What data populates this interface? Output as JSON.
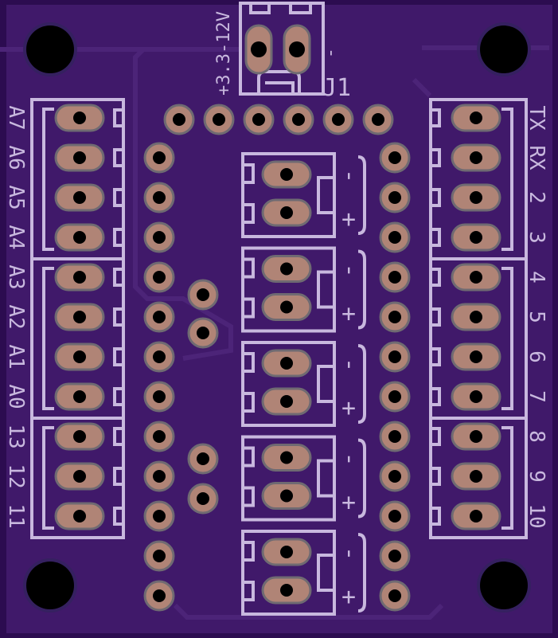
{
  "board": {
    "colors": {
      "substrate": "#40196a",
      "edge": "#2c0c50",
      "silkscreen": "#c8b8de",
      "pad": "#b08476"
    },
    "power_connector": {
      "designator": "J1",
      "voltage_label": "+3.3-12V",
      "polarity_mark": "-"
    },
    "left_terminal_labels": [
      "A7",
      "A6",
      "A5",
      "A4",
      "A3",
      "A2",
      "A1",
      "A0",
      "13",
      "12",
      "11"
    ],
    "right_terminal_labels": [
      "TX",
      "RX",
      "2",
      "3",
      "4",
      "5",
      "6",
      "7",
      "8",
      "9",
      "10"
    ],
    "power_outputs": [
      {
        "minus": "-",
        "plus": "+"
      },
      {
        "minus": "-",
        "plus": "+"
      },
      {
        "minus": "-",
        "plus": "+"
      },
      {
        "minus": "-",
        "plus": "+"
      },
      {
        "minus": "-",
        "plus": "+"
      }
    ]
  }
}
